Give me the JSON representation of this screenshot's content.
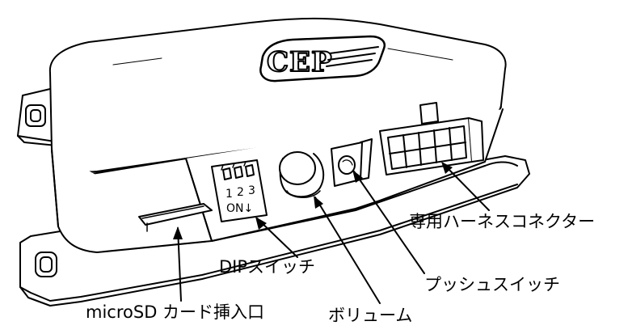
{
  "device": {
    "logo_text": "CEP",
    "dip_switch_numbers": [
      "1",
      "2",
      "3"
    ],
    "dip_switch_on_text": "ON↓"
  },
  "labels": {
    "microsd": "microSD カード挿入口",
    "dip_switch": "DIPスイッチ",
    "volume": "ボリューム",
    "push_switch": "プッシュスイッチ",
    "harness_connector": "専用ハーネスコネクター"
  }
}
